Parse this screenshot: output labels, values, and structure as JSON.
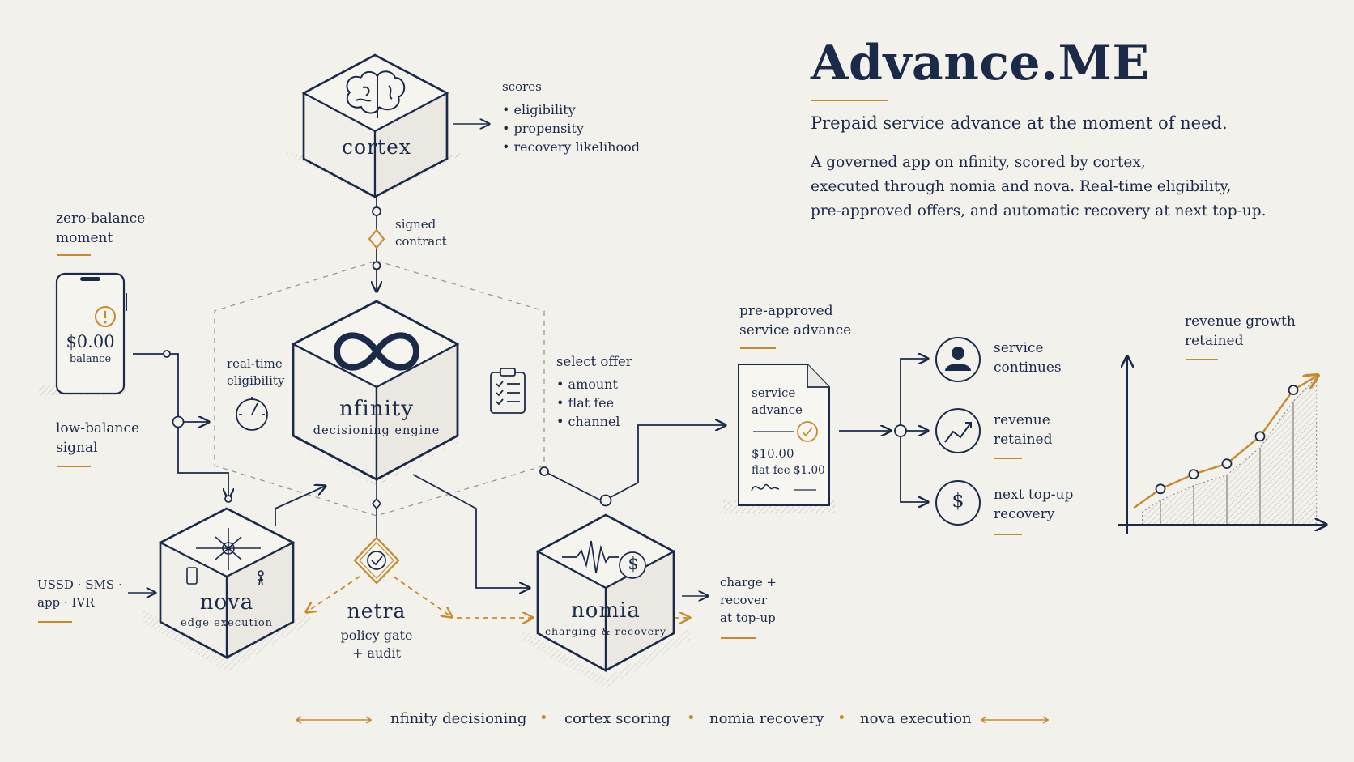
{
  "header": {
    "title": "Advance.ME",
    "tagline": "Prepaid service advance at the moment of need.",
    "description_lines": [
      "A governed app on nfinity, scored by cortex,",
      "executed through nomia and nova. Real-time eligibility,",
      "pre-approved offers, and automatic recovery at next top-up."
    ]
  },
  "nodes": {
    "cortex": {
      "name": "cortex"
    },
    "nfinity": {
      "name": "nfinity",
      "subtitle": "decisioning engine"
    },
    "nova": {
      "name": "nova",
      "subtitle": "edge execution"
    },
    "nomia": {
      "name": "nomia",
      "subtitle": "charging & recovery"
    },
    "netra": {
      "name": "netra",
      "subtitle_lines": [
        "policy gate",
        "+ audit"
      ]
    }
  },
  "scores": {
    "heading": "scores",
    "items": [
      "eligibility",
      "propensity",
      "recovery likelihood"
    ]
  },
  "signed_contract_lines": [
    "signed",
    "contract"
  ],
  "zero_balance_lines": [
    "zero-balance",
    "moment"
  ],
  "phone": {
    "amount": "$0.00",
    "caption": "balance"
  },
  "low_balance_lines": [
    "low-balance",
    "signal"
  ],
  "realtime_lines": [
    "real-time",
    "eligibility"
  ],
  "select_offer": {
    "heading": "select offer",
    "items": [
      "amount",
      "flat fee",
      "channel"
    ]
  },
  "channels_lines": [
    "USSD · SMS ·",
    "app · IVR"
  ],
  "charge_lines": [
    "charge +",
    "recover",
    "at top-up"
  ],
  "preapproved_lines": [
    "pre-approved",
    "service advance"
  ],
  "document": {
    "title_lines": [
      "service",
      "advance"
    ],
    "amount": "$10.00",
    "fee": "flat fee $1.00"
  },
  "outcomes": [
    {
      "icon": "user-icon",
      "lines": [
        "service",
        "continues"
      ]
    },
    {
      "icon": "trend-up-icon",
      "lines": [
        "revenue",
        "retained"
      ]
    },
    {
      "icon": "dollar-icon",
      "lines": [
        "next top-up",
        "recovery"
      ]
    }
  ],
  "chart_caption_lines": [
    "revenue growth",
    "retained"
  ],
  "chart_data": {
    "type": "line",
    "title": "revenue growth retained",
    "xlabel": "",
    "ylabel": "",
    "x": [
      1,
      2,
      3,
      4,
      5
    ],
    "series": [
      {
        "values": [
          1.7,
          2.4,
          2.9,
          4.2,
          6.4
        ]
      }
    ],
    "xlim": [
      0,
      6
    ],
    "ylim": [
      0,
      8
    ]
  },
  "legend": [
    "nfinity decisioning",
    "cortex scoring",
    "nomia recovery",
    "nova execution"
  ],
  "colors": {
    "navy": "#1c2a4a",
    "gold": "#c68a2e",
    "background": "#f3f1ec",
    "shade": "#b9b6ad"
  }
}
